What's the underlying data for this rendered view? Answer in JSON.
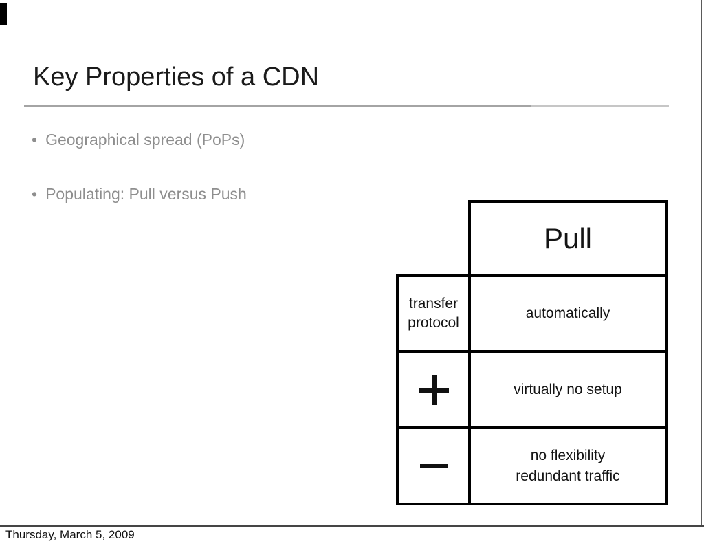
{
  "slide": {
    "title": "Key Properties of a CDN",
    "bullets": [
      {
        "marker": "•",
        "text": "Geographical spread (PoPs)"
      },
      {
        "marker": "•",
        "text": "Populating: Pull versus Push"
      }
    ],
    "comparison_table": {
      "column_header": "Pull",
      "rows": [
        {
          "label_lines": [
            "transfer",
            "protocol"
          ],
          "icon": "",
          "value_lines": [
            "automatically"
          ]
        },
        {
          "label_lines": [],
          "icon": "plus-icon",
          "value_lines": [
            "virtually no setup"
          ]
        },
        {
          "label_lines": [],
          "icon": "minus-icon",
          "value_lines": [
            "no flexibility",
            "redundant traffic"
          ]
        }
      ]
    },
    "footer": {
      "date": "Thursday, March 5, 2009"
    }
  },
  "colors": {
    "background": "#ffffff",
    "title_text": "#1b1b1b",
    "bullet_text": "#8e8e8e",
    "table_border": "#000000",
    "table_text": "#141414",
    "title_rule_left": "#a4a4a4",
    "title_rule_right": "#c6c6c6",
    "footer_rule": "#454545",
    "right_edge_line": "#5a5a5a"
  }
}
